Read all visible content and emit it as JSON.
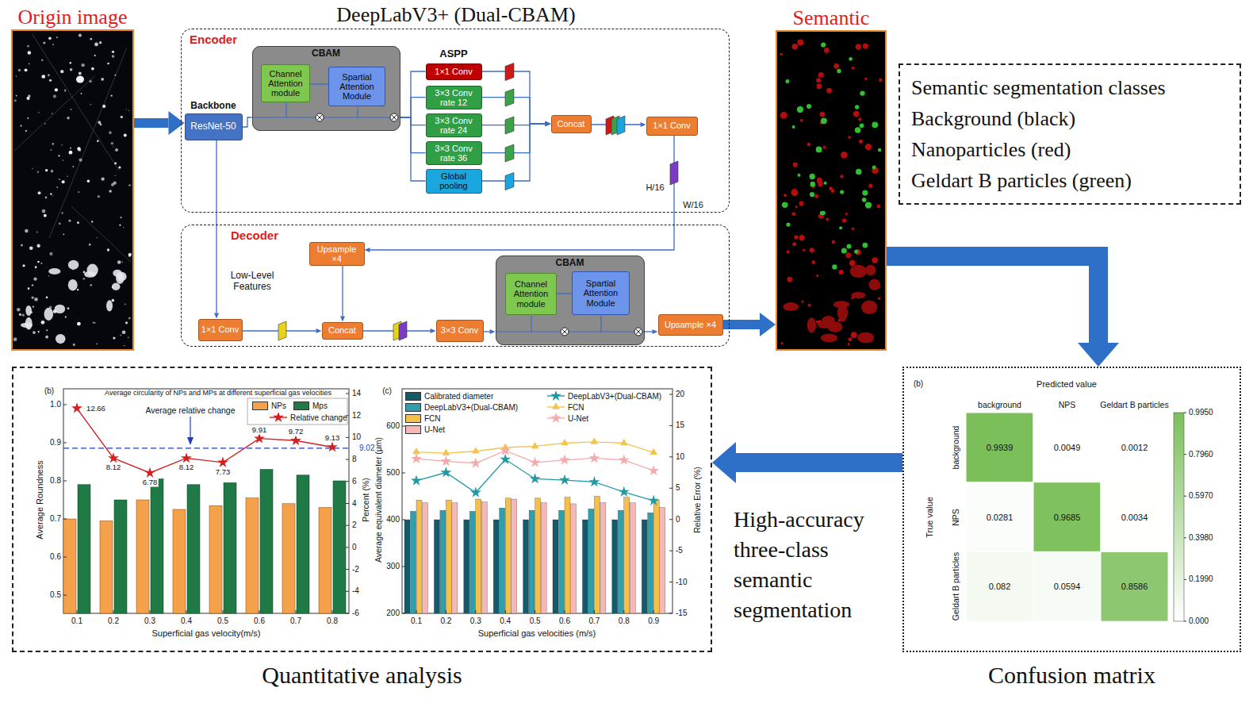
{
  "diagram": {
    "title": "DeepLabV3+ (Dual-CBAM)",
    "nodes": [
      {
        "text": [
          "Origin image"
        ]
      },
      {
        "text": [
          "Encoder"
        ]
      },
      {
        "text": [
          "Backbone",
          "ResNet-50"
        ],
        "in": 1
      },
      {
        "text": [
          "CBAM"
        ],
        "in": 1
      },
      {
        "text": [
          "Channel Attention module"
        ],
        "in": 3
      },
      {
        "text": [
          "Spartial Attention Module"
        ],
        "in": 3
      },
      {
        "text": [
          "1×1 Conv"
        ],
        "in": 1
      },
      {
        "text": [
          "3×3 Conv rate 12"
        ],
        "in": 1
      },
      {
        "text": [
          "3×3 Conv rate 24"
        ],
        "in": 1
      },
      {
        "text": [
          "3×3 Conv rate 36"
        ],
        "in": 1
      },
      {
        "text": [
          "Global pooling"
        ],
        "in": 1
      },
      {
        "text": [
          "Concat"
        ],
        "in": 1
      },
      {
        "text": [
          "1×1 Conv"
        ],
        "in": 1
      },
      {
        "text": [
          "Decoder"
        ]
      },
      {
        "text": [
          "Upsample ×4"
        ],
        "in": 13
      },
      {
        "text": [
          "1×1 Conv"
        ],
        "in": 13
      },
      {
        "text": [
          "Concat"
        ],
        "in": 13
      },
      {
        "text": [
          "3×3 Conv"
        ],
        "in": 13
      },
      {
        "text": [
          "CBAM"
        ],
        "in": 13
      },
      {
        "text": [
          "Channel Attention module"
        ],
        "in": 18
      },
      {
        "text": [
          "Spartial Attention Module"
        ],
        "in": 18
      },
      {
        "text": [
          "Upsample ×4"
        ],
        "in": 13
      },
      {
        "text": [
          "Semantic"
        ]
      },
      {
        "text": [
          "Semantic segmentation classes",
          "Background (black)",
          "Nanoparticles (red)",
          "Geldart B particles (green)"
        ]
      },
      {
        "text": [
          "Confusion matrix"
        ]
      },
      {
        "text": [
          "Quantitative analysis"
        ]
      }
    ],
    "edges": [
      {
        "from": 0,
        "to": 2,
        "arrow": "to"
      },
      {
        "from": 2,
        "to": 3,
        "arrow": "none"
      },
      {
        "from": 4,
        "to": 5,
        "arrow": "none"
      },
      {
        "from": 3,
        "to": 6,
        "arrow": "none"
      },
      {
        "from": 3,
        "to": 7,
        "arrow": "none"
      },
      {
        "from": 3,
        "to": 8,
        "arrow": "none"
      },
      {
        "from": 3,
        "to": 9,
        "arrow": "none"
      },
      {
        "from": 3,
        "to": 10,
        "arrow": "none"
      },
      {
        "from": 6,
        "to": 11,
        "arrow": "to"
      },
      {
        "from": 7,
        "to": 11,
        "arrow": "to"
      },
      {
        "from": 8,
        "to": 11,
        "arrow": "to"
      },
      {
        "from": 9,
        "to": 11,
        "arrow": "to"
      },
      {
        "from": 10,
        "to": 11,
        "arrow": "to"
      },
      {
        "from": 11,
        "to": 12,
        "arrow": "to"
      },
      {
        "from": 12,
        "to": 14,
        "arrow": "to"
      },
      {
        "from": 2,
        "to": 15,
        "arrow": "to"
      },
      {
        "from": 14,
        "to": 16,
        "arrow": "to"
      },
      {
        "from": 15,
        "to": 16,
        "arrow": "to"
      },
      {
        "from": 16,
        "to": 17,
        "arrow": "to"
      },
      {
        "from": 17,
        "to": 18,
        "arrow": "to"
      },
      {
        "from": 19,
        "to": 20,
        "arrow": "none"
      },
      {
        "from": 18,
        "to": 21,
        "arrow": "to"
      },
      {
        "from": 21,
        "to": 22,
        "arrow": "to"
      },
      {
        "from": 22,
        "to": 24,
        "arrow": "to"
      },
      {
        "from": 24,
        "to": 25,
        "arrow": "to"
      }
    ],
    "labels": [
      "ASPP",
      "H/16",
      "W/16",
      "Low-Level Features",
      "High-accuracy three-class semantic segmentation",
      "(b)",
      "Average circularity of NPs and MPs at different superficial gas velocities",
      "Average relative change",
      "9.02",
      "12.66",
      "8.12",
      "6.78",
      "8.12",
      "7.73",
      "9.91",
      "9.72",
      "9.13",
      "1.0",
      "0.9",
      "0.8",
      "0.7",
      "0.6",
      "0.5",
      "14",
      "12",
      "10",
      "8",
      "6",
      "4",
      "2",
      "0",
      "-2",
      "-4",
      "-6",
      "0.1",
      "0.2",
      "0.3",
      "0.4",
      "0.5",
      "0.6",
      "0.7",
      "0.8",
      "Average Roundness",
      "Percent (%)",
      "Superficial gas velocity(m/s)",
      "(c)",
      "600",
      "500",
      "400",
      "300",
      "200",
      "20",
      "15",
      "10",
      "5",
      "0",
      "-5",
      "-10",
      "-15",
      "0.1",
      "0.2",
      "0.3",
      "0.4",
      "0.5",
      "0.6",
      "0.7",
      "0.8",
      "0.9",
      "Average equivalent diameter (μm)",
      "Relative Error (%)",
      "Superficial gas velocities (m/s)",
      "(b)",
      "Predicted value",
      "background",
      "NPS",
      "Geldart B particles",
      "True value",
      "background",
      "NPS",
      "Geldart B particles",
      "0.9939",
      "0.0049",
      "0.0012",
      "0.0281",
      "0.9685",
      "0.0034",
      "0.082",
      "0.0594",
      "0.8586",
      "0.9950",
      "0.7960",
      "0.5970",
      "0.3980",
      "0.1990",
      "0.000"
    ],
    "legend": [
      {
        "text": "NPs",
        "color": "#f5a04b"
      },
      {
        "text": "Mps",
        "color": "#1f7a45"
      },
      {
        "text": "Relative change"
      },
      {
        "text": "Calibrated diameter",
        "color": "#155a6b"
      },
      {
        "text": "DeepLabV3+(Dual-CBAM)",
        "color": "#2f9fab"
      },
      {
        "text": "FCN",
        "color": "#f5c04a"
      },
      {
        "text": "U-Net",
        "color": "#f7b7b7"
      },
      {
        "text": "DeepLabV3+(Dual-CBAM)"
      },
      {
        "text": "FCN"
      },
      {
        "text": "U-Net"
      }
    ]
  }
}
